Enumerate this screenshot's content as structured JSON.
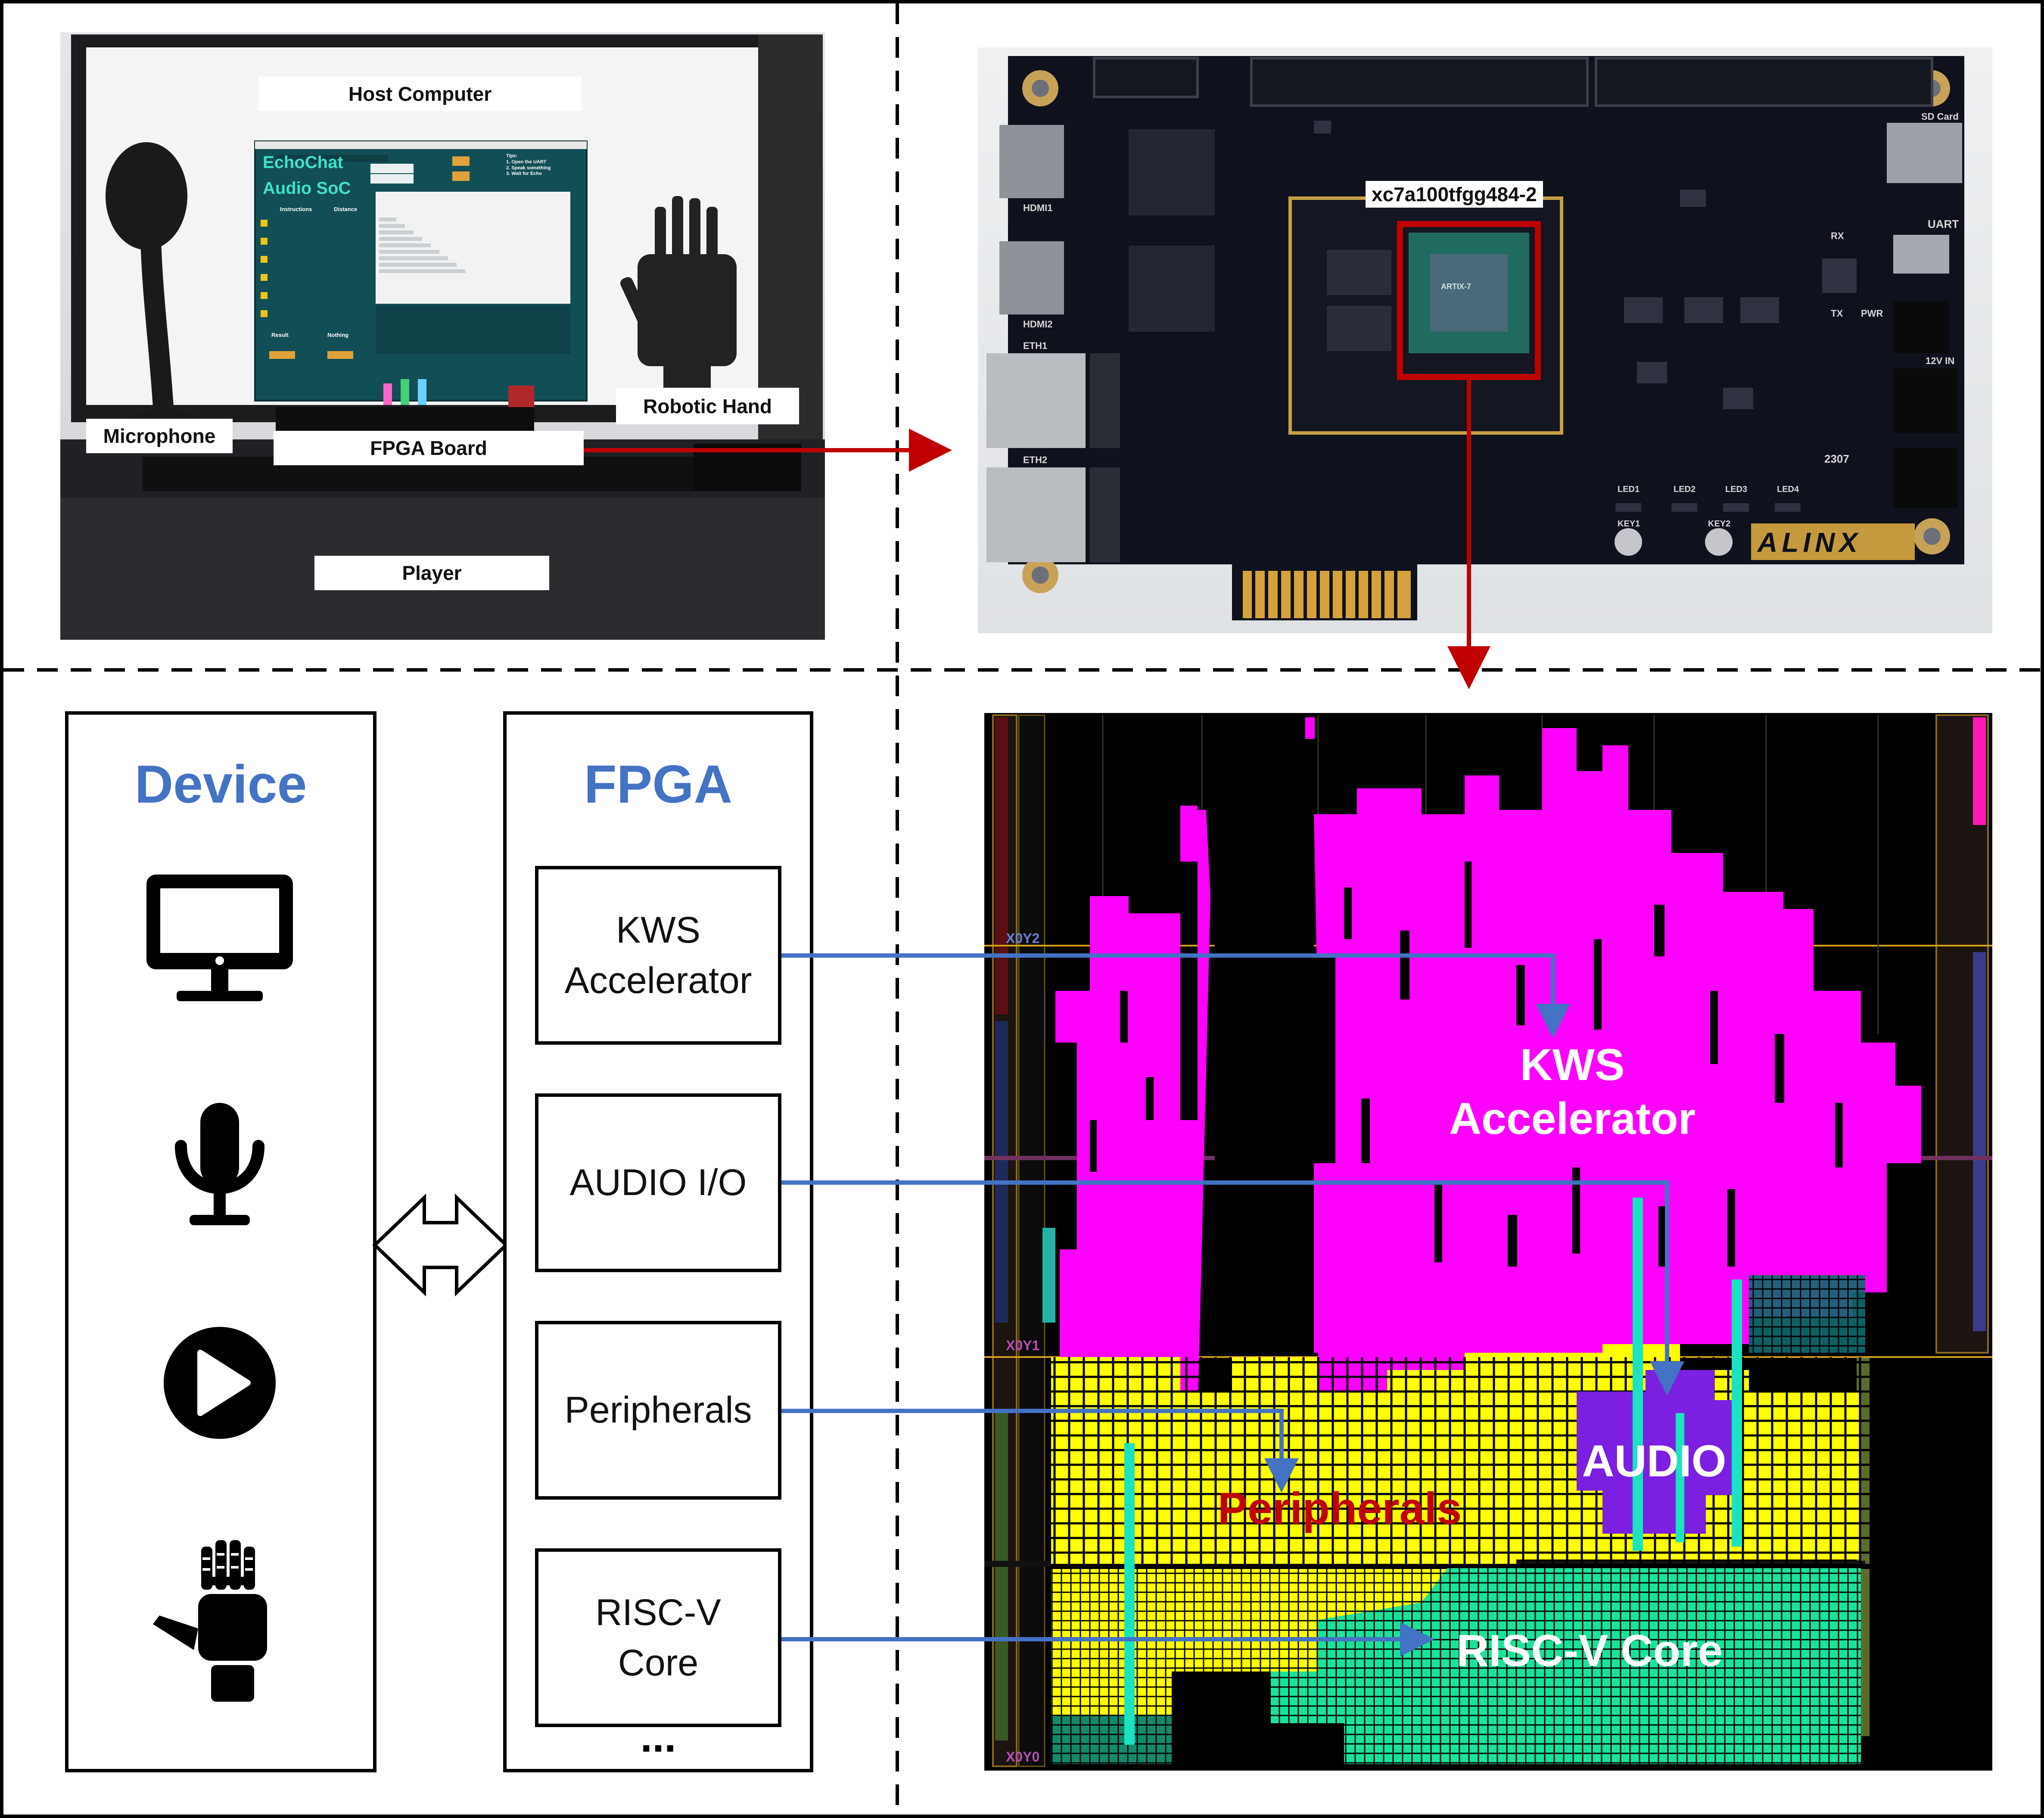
{
  "photo": {
    "labels": {
      "host_computer": "Host Computer",
      "microphone": "Microphone",
      "robotic_hand": "Robotic Hand",
      "fpga_board": "FPGA Board",
      "player": "Player"
    },
    "screen": {
      "app_title_1": "EchoChat",
      "app_title_2": "Audio SoC",
      "col_instructions": "Instructions",
      "col_distance": "Distance",
      "tips": "Tips:\n1. Open the UART\n2. Speak something\n3. Wait for Echo",
      "result": "Result",
      "nothing": "Nothing"
    }
  },
  "board": {
    "chip_label": "xc7a100tfgg484-2",
    "brand": "ALINX",
    "part_text": "ARTIX-7",
    "silk": {
      "hdmi1": "HDMI1",
      "hdmi2": "HDMI2",
      "eth1": "ETH1",
      "eth2": "ETH2",
      "sd": "SD Card",
      "uart": "UART",
      "rx": "RX",
      "tx": "TX",
      "pwr": "PWR",
      "v12": "12V IN",
      "led1": "LED1",
      "led2": "LED2",
      "led3": "LED3",
      "led4": "LED4",
      "key1": "KEY1",
      "key2": "KEY2",
      "num": "2307"
    }
  },
  "device_panel": {
    "title": "Device",
    "icons": [
      "monitor-icon",
      "microphone-icon",
      "play-icon",
      "robotic-hand-icon"
    ]
  },
  "fpga_panel": {
    "title": "FPGA",
    "blocks": [
      "KWS\nAccelerator",
      "AUDIO I/O",
      "Peripherals",
      "RISC-V\nCore"
    ],
    "more": "..."
  },
  "floorplan": {
    "labels": {
      "kws": "KWS\nAccelerator",
      "audio": "AUDIO",
      "peripherals": "Peripherals",
      "riscv": "RISC-V Core"
    },
    "clock_regions": [
      "X0Y2",
      "X0Y1",
      "X0Y0"
    ]
  },
  "colors": {
    "arrow_red": "#c00000",
    "arrow_blue": "#4472c4",
    "magenta": "#ff00ff",
    "yellow": "#ffff00",
    "green": "#19e39a",
    "purple": "#7b1fe0",
    "label_red": "#c00000"
  }
}
